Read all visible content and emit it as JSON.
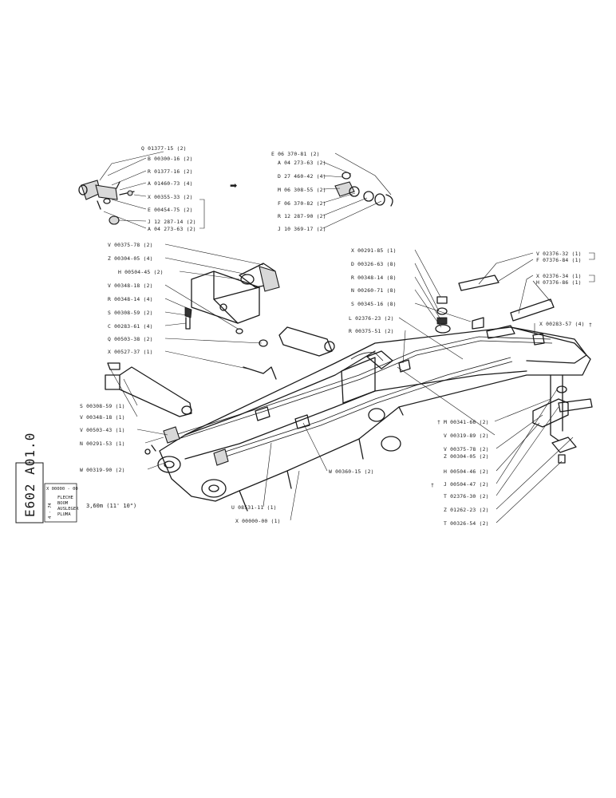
{
  "doc_ref": "E602 A01.0",
  "title_block": {
    "code": "X 00000 - 00",
    "date": "4 - 74",
    "names": [
      "FLECHE",
      "BOOM",
      "AUSLEGER",
      "PLUMA"
    ],
    "size": "3,60m (11' 10\")"
  },
  "dagger": "†",
  "arrow_glyph": "➡",
  "labels_top_left": [
    "Q 01377-15 (2)",
    "B 00300-16 (2)",
    "R 01377-16 (2)",
    "A 01460-73 (4)",
    "X 00355-33 (2)",
    "E 00454-75 (2)",
    "J 12 287-14 (2)",
    "A 04 273-63 (2)"
  ],
  "labels_top_right": [
    "E 06 370-81 (2)",
    "A 04 273-63 (2)",
    "D 27 460-42 (4)",
    "M 06 308-55 (2)",
    "F 06 370-82 (2)",
    "R 12 287-90 (2)",
    "J 10 369-17 (2)"
  ],
  "labels_left": [
    "V 00375-78 (2)",
    "Z 00304-05 (4)",
    "H 00504-45 (2)",
    "V 00348-18 (2)",
    "R 00348-14 (4)",
    "S 00308-59 (2)",
    "C 00283-61 (4)",
    "Q 00503-38 (2)",
    "X 00527-37 (1)"
  ],
  "labels_lower_left": [
    "S 00308-59 (1)",
    "V 00348-18 (1)",
    "V 00503-43 (1)",
    "N 00291-53 (1)",
    "W 00319-90 (2)"
  ],
  "labels_center": [
    "X 00291-85 (1)",
    "D 00326-63 (8)",
    "R 00348-14 (8)",
    "N 00260-71 (8)",
    "S 00345-16 (8)",
    "L 02376-23 (2)",
    "R 00375-51 (2)"
  ],
  "labels_right": [
    "V 02376-32 (1)",
    "F 07376-84 (1)",
    "X 02376-34 (1)",
    "H 07376-86 (1)",
    "X 00283-57 (4)"
  ],
  "labels_lower_right": [
    "M 00341-66 (2)",
    "V 00319-89 (2)",
    "V 00375-78 (2)",
    "Z 00304-05 (2)",
    "H 00504-46 (2)",
    "J 00504-47 (2)",
    "T 02376-30 (2)",
    "Z 01262-23 (2)",
    "T 00326-54 (2)"
  ],
  "labels_bottom": [
    "W 00360-15 (2)",
    "U 08531-11 (1)",
    "X 00000-00 (1)"
  ]
}
